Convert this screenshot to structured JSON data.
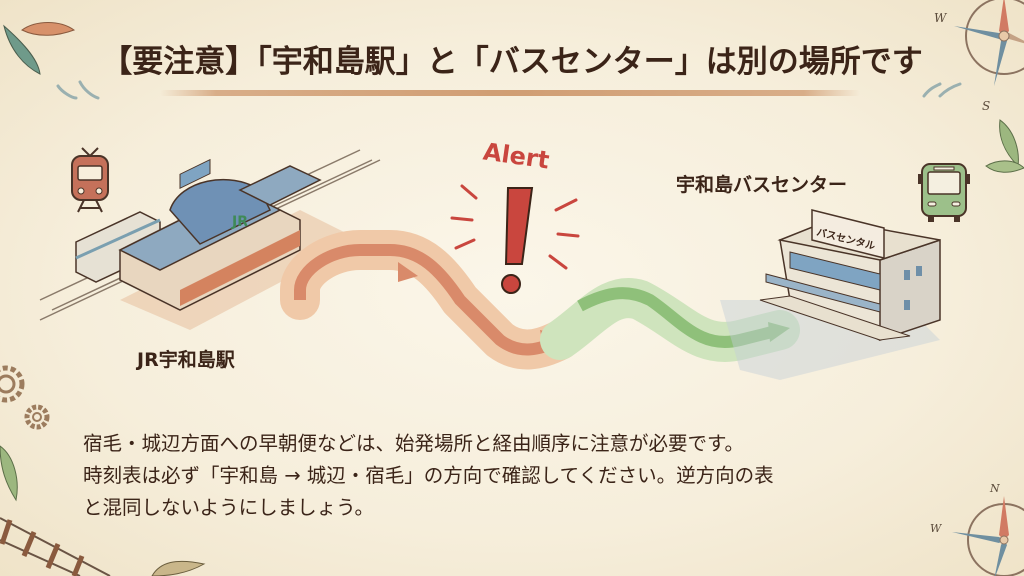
{
  "title": "【要注意】「宇和島駅」と「バスセンター」は別の場所です",
  "alert": {
    "word": "Alert",
    "icon": "exclamation-icon",
    "color": "#c9463e"
  },
  "locations": {
    "station": {
      "label": "JR宇和島駅",
      "icon": "train-icon",
      "logo": "JR",
      "color": "#c5715a"
    },
    "bus_center": {
      "label": "宇和島バスセンター",
      "icon": "bus-icon",
      "sign": "バスセンタル",
      "color": "#8fb37a"
    }
  },
  "route": {
    "segment_from_station_color": "#d98a6a",
    "segment_to_bus_color": "#8fc07a"
  },
  "body": {
    "lines": [
      "宿毛・城辺方面への早朝便などは、始発場所と経由順序に注意が必要です。",
      "時刻表は必ず「宇和島 → 城辺・宿毛」の方向で確認してください。逆方向の表",
      "と混同しないようにしましょう。"
    ]
  },
  "decorations": {
    "compass_top_right": {
      "icon": "compass-icon",
      "labels": [
        "W",
        "S"
      ]
    },
    "compass_bottom_right": {
      "icon": "compass-icon",
      "labels": [
        "N",
        "W"
      ]
    },
    "gears": {
      "icon": "gear-icon"
    },
    "leaves": {
      "icon": "leaf-icon"
    },
    "rail_track": {
      "icon": "rail-track-icon"
    }
  }
}
